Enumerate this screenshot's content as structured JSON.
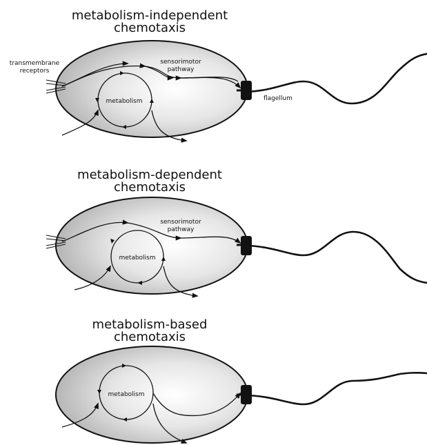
{
  "panels": [
    {
      "title_line1": "metabolism-independent",
      "title_line2": "chemotaxis",
      "receptors_line1": "transmembrane",
      "receptors_line2": "receptors",
      "pathway_line1": "sensorimotor",
      "pathway_line2": "pathway",
      "metabolism": "metabolism",
      "flagellum": "flagellum"
    },
    {
      "title_line1": "metabolism-dependent",
      "title_line2": "chemotaxis",
      "pathway_line1": "sensorimotor",
      "pathway_line2": "pathway",
      "metabolism": "metabolism"
    },
    {
      "title_line1": "metabolism-based",
      "title_line2": "chemotaxis",
      "metabolism": "metabolism"
    }
  ]
}
